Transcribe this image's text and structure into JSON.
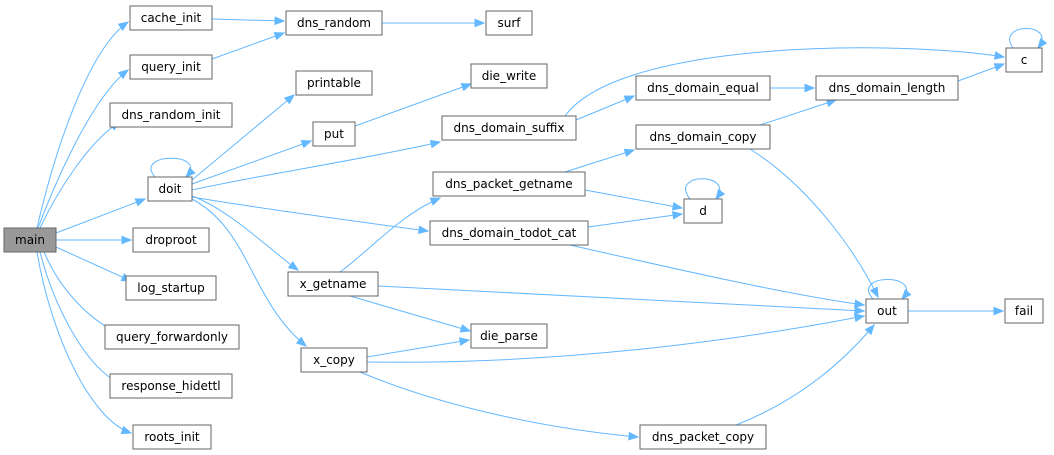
{
  "colors": {
    "edge": "#63b8ff",
    "node_border": "#666666",
    "root_fill": "#999999",
    "node_fill": "#ffffff"
  },
  "nodes": {
    "main": "main",
    "cache_init": "cache_init",
    "query_init": "query_init",
    "dns_random_init": "dns_random_init",
    "doit": "doit",
    "droproot": "droproot",
    "log_startup": "log_startup",
    "query_forwardonly": "query_forwardonly",
    "response_hidettl": "response_hidettl",
    "roots_init": "roots_init",
    "dns_random": "dns_random",
    "surf": "surf",
    "printable": "printable",
    "put": "put",
    "die_write": "die_write",
    "dns_domain_suffix": "dns_domain_suffix",
    "x_getname": "x_getname",
    "x_copy": "x_copy",
    "dns_domain_todot_cat": "dns_domain_todot_cat",
    "dns_packet_getname": "dns_packet_getname",
    "die_parse": "die_parse",
    "dns_domain_equal": "dns_domain_equal",
    "dns_domain_copy": "dns_domain_copy",
    "dns_domain_length": "dns_domain_length",
    "c": "c",
    "d": "d",
    "out": "out",
    "fail": "fail",
    "dns_packet_copy": "dns_packet_copy"
  },
  "edges": [
    [
      "main",
      "cache_init"
    ],
    [
      "main",
      "query_init"
    ],
    [
      "main",
      "dns_random_init"
    ],
    [
      "main",
      "doit"
    ],
    [
      "main",
      "droproot"
    ],
    [
      "main",
      "log_startup"
    ],
    [
      "main",
      "query_forwardonly"
    ],
    [
      "main",
      "response_hidettl"
    ],
    [
      "main",
      "roots_init"
    ],
    [
      "cache_init",
      "dns_random"
    ],
    [
      "query_init",
      "dns_random"
    ],
    [
      "dns_random",
      "surf"
    ],
    [
      "doit",
      "doit"
    ],
    [
      "doit",
      "printable"
    ],
    [
      "doit",
      "put"
    ],
    [
      "doit",
      "dns_domain_suffix"
    ],
    [
      "doit",
      "x_getname"
    ],
    [
      "doit",
      "x_copy"
    ],
    [
      "doit",
      "dns_domain_todot_cat"
    ],
    [
      "put",
      "die_write"
    ],
    [
      "dns_domain_suffix",
      "dns_domain_equal"
    ],
    [
      "dns_domain_suffix",
      "c"
    ],
    [
      "dns_domain_equal",
      "dns_domain_length"
    ],
    [
      "dns_domain_length",
      "c"
    ],
    [
      "c",
      "c"
    ],
    [
      "x_getname",
      "dns_packet_getname"
    ],
    [
      "x_getname",
      "die_parse"
    ],
    [
      "x_getname",
      "out"
    ],
    [
      "x_copy",
      "die_parse"
    ],
    [
      "x_copy",
      "out"
    ],
    [
      "x_copy",
      "dns_packet_copy"
    ],
    [
      "dns_packet_getname",
      "dns_domain_copy"
    ],
    [
      "dns_packet_getname",
      "d"
    ],
    [
      "dns_domain_copy",
      "dns_domain_length"
    ],
    [
      "dns_domain_copy",
      "out"
    ],
    [
      "dns_domain_todot_cat",
      "d"
    ],
    [
      "dns_domain_todot_cat",
      "out"
    ],
    [
      "d",
      "d"
    ],
    [
      "out",
      "out"
    ],
    [
      "out",
      "fail"
    ],
    [
      "dns_packet_copy",
      "out"
    ]
  ]
}
